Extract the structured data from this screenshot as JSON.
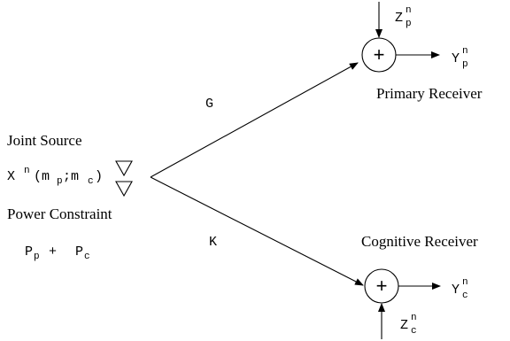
{
  "source": {
    "title": "Joint Source",
    "signal": {
      "main": "X",
      "sup": "n",
      "args": "(m",
      "p_sub": "p",
      "sep": ";m",
      "c_sub": "c",
      "close": ")"
    },
    "constraint_title": "Power Constraint",
    "constraint": {
      "p": "P",
      "p_sub": "p",
      "plus": "+",
      "c": "P",
      "c_sub": "c"
    }
  },
  "channels": {
    "primary_gain": "G",
    "cognitive_gain": "K"
  },
  "primary": {
    "label": "Primary Receiver",
    "noise": {
      "main": "Z",
      "sup": "n",
      "sub": "p"
    },
    "output": {
      "main": "Y",
      "sup": "n",
      "sub": "p"
    },
    "adder_symbol": "+"
  },
  "cognitive": {
    "label": "Cognitive Receiver",
    "noise": {
      "main": "Z",
      "sup": "n",
      "sub": "c"
    },
    "output": {
      "main": "Y",
      "sup": "n",
      "sub": "c"
    },
    "adder_symbol": "+"
  }
}
